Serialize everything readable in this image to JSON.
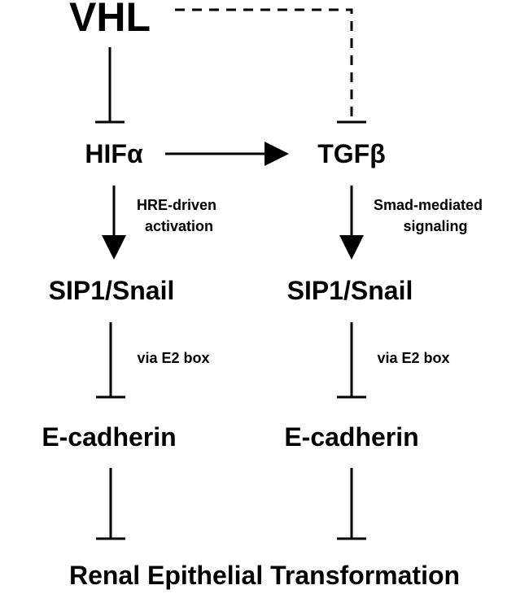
{
  "nodes": {
    "vhl": "VHL",
    "hif": "HIFα",
    "tgf": "TGFβ",
    "sip_left": "SIP1/Snail",
    "sip_right": "SIP1/Snail",
    "ecad_left": "E-cadherin",
    "ecad_right": "E-cadherin"
  },
  "edge_labels": {
    "hre_line1": "HRE-driven",
    "hre_line2": "activation",
    "smad_line1": "Smad-mediated",
    "smad_line2": "signaling",
    "e2_left": "via E2 box",
    "e2_right": "via E2 box"
  },
  "footer": "Renal Epithelial Transformation"
}
